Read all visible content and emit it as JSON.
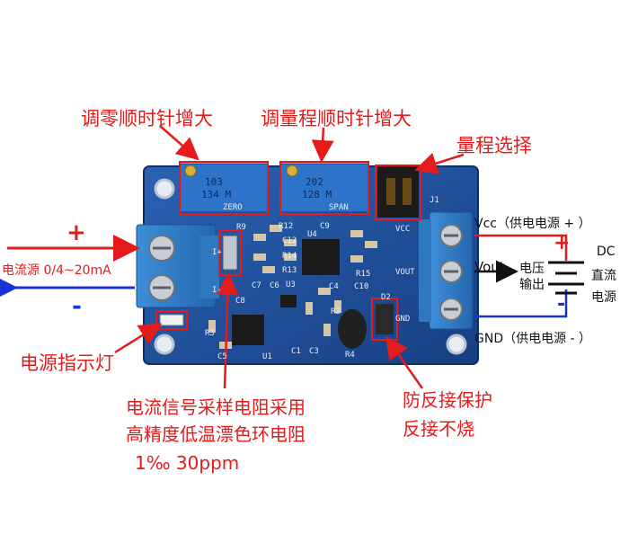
{
  "callouts": {
    "zero_adjust": "调零顺时针增大",
    "span_adjust": "调量程顺时针增大",
    "range_select": "量程选择",
    "power_led": "电源指示灯",
    "sense_resistor_line1": "电流信号采样电阻采用",
    "sense_resistor_line2": "高精度低温漂色环电阻",
    "sense_resistor_line3": "1‰ 30ppm",
    "reverse_protect_line1": "防反接保护",
    "reverse_protect_line2": "反接不烧"
  },
  "left_side": {
    "plus_sign": "+",
    "minus_sign": "-",
    "current_source": "电流源 0/4~20mA"
  },
  "right_side": {
    "vcc": "Vcc（供电电源 + ）",
    "vout": "Vout",
    "gnd": "GND（供电电源 - ）",
    "voltage_output_line1": "电压",
    "voltage_output_line2": "输出",
    "plus_sign": "+",
    "minus_sign": "-",
    "dc_line1": "DC",
    "dc_line2": "直流",
    "dc_line3": "电源"
  },
  "board": {
    "pot_left_code": "103",
    "pot_left_mark": "134 M",
    "pot_right_code": "202",
    "pot_right_mark": "128 M",
    "silkscreen": [
      "R9",
      "R12",
      "C9",
      "U4",
      "C12",
      "R14",
      "R13",
      "R15",
      "C7",
      "C6",
      "U3",
      "C4",
      "R2",
      "C10",
      "C8",
      "R3",
      "C5",
      "U1",
      "C1",
      "C3",
      "R4",
      "D2",
      "J1",
      "VCC",
      "VOUT",
      "GND",
      "ZERO",
      "SPAN",
      "I+",
      "I-"
    ]
  },
  "colors": {
    "board": "#1d4f9c",
    "terminal": "#2f7fc8",
    "callout_red": "#e51b1b",
    "wire_blue": "#1633d6"
  }
}
